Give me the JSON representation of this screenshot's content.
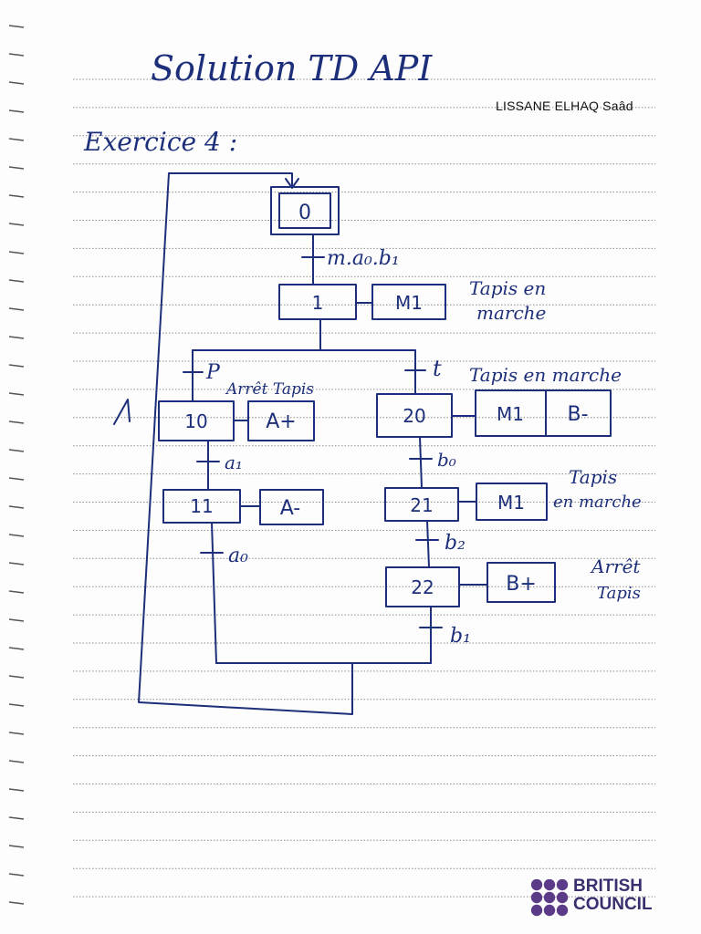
{
  "page": {
    "title": "Solution TD API",
    "author": "LISSANE ELHAQ Saâd",
    "exercise": "Exercice 4 :"
  },
  "grafcet": {
    "steps": {
      "s0": "0",
      "s1": "1",
      "s10": "10",
      "s11": "11",
      "s20": "20",
      "s21": "21",
      "s22": "22"
    },
    "actions": {
      "a1": "M1",
      "a10": "A+",
      "a11": "A-",
      "a20_m": "M1",
      "a20_b": "B-",
      "a21": "M1",
      "a22": "B+"
    },
    "transitions": {
      "t0": "m.a₀.b₁",
      "t1_left": "P",
      "t1_right": "t",
      "t10": "a₁",
      "t11": "a₀",
      "t20": "b₀",
      "t21": "b₂",
      "t22": "b₁"
    },
    "comments": {
      "c1_line1": "Tapis en",
      "c1_line2": "marche",
      "c10": "Arrêt Tapis",
      "c20": "Tapis en marche",
      "c21_line1": "Tapis",
      "c21_line2": "en marche",
      "c22_line1": "Arrêt",
      "c22_line2": "Tapis"
    }
  },
  "logo": {
    "line1": "BRITISH",
    "line2": "COUNCIL",
    "color": "#3a2f6e",
    "dot_color": "#5b3a87"
  },
  "colors": {
    "ink": "#1d2f7a",
    "rule": "#8c8c8c"
  }
}
